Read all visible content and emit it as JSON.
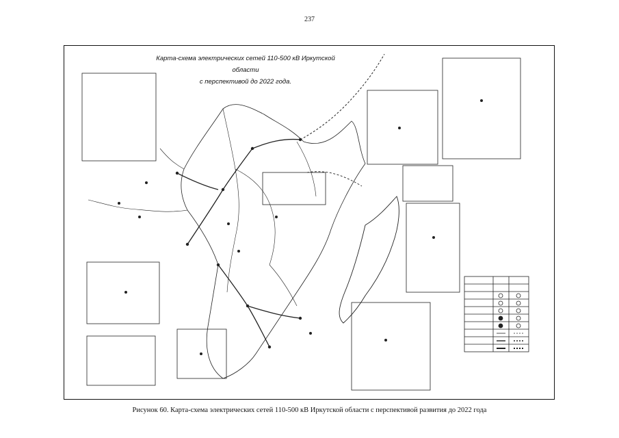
{
  "page": {
    "number": "237"
  },
  "figure": {
    "title_line1": "Карта-схема электрических сетей 110-500 кВ Иркутской области",
    "title_line2": "с перспективой до 2022 года.",
    "caption": "Рисунок 60. Карта-схема электрических сетей 110-500 кВ Иркутской области с перспективой развития до 2022 года"
  },
  "icons": {
    "map": "map-illustration",
    "legend": "legend-table-icon"
  }
}
